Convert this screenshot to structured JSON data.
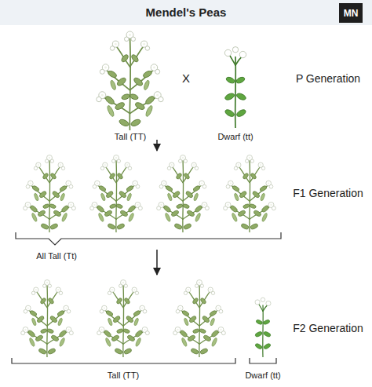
{
  "diagram": {
    "title": "Mendel's Peas",
    "nodes": [
      {
        "text": [
          "MN"
        ]
      }
    ],
    "labels": [
      "Tall (TT)",
      "X",
      "Dwarf (tt)",
      "P Generation",
      "F1 Generation",
      "All Tall (Tt)",
      "F2 Generation",
      "Tall (TT)",
      "Dwarf (tt)"
    ]
  }
}
